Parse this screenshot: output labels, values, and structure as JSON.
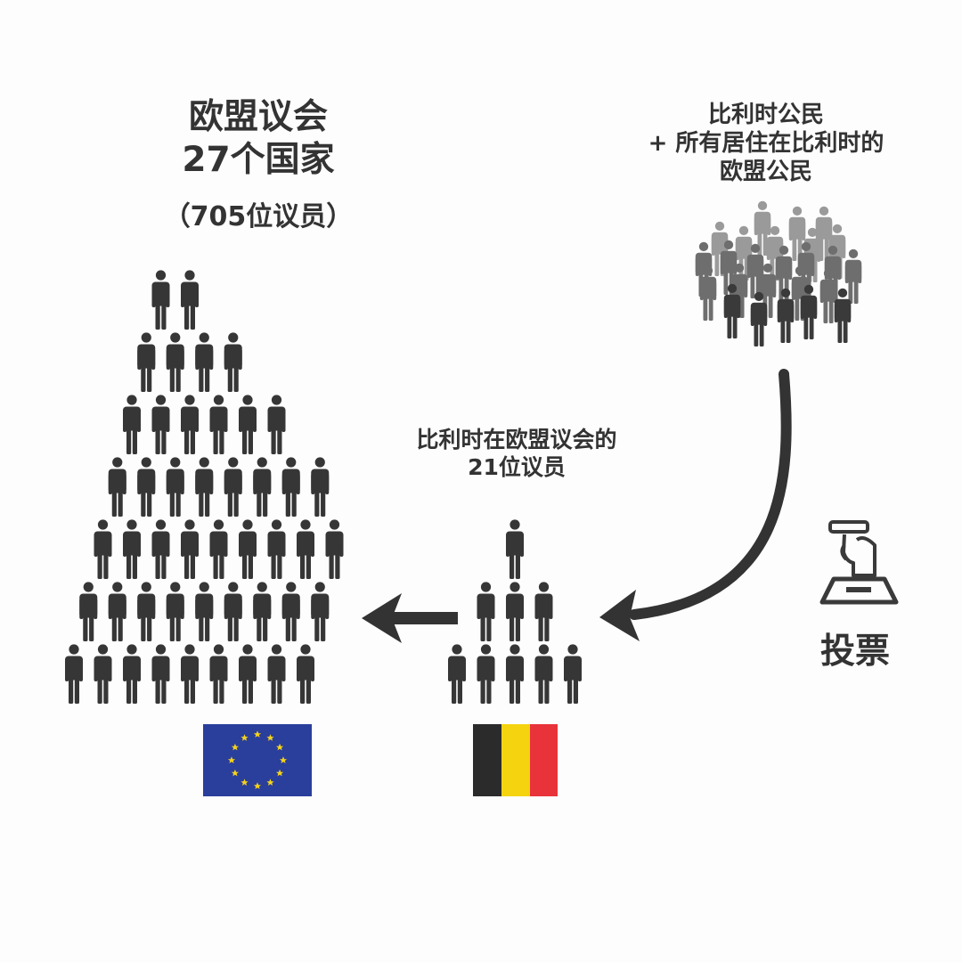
{
  "eu_parliament": {
    "title_line1": "欧盟议会",
    "title_line2": "27个国家",
    "members": "（705位议员）",
    "pyramid_rows": [
      2,
      4,
      6,
      8,
      9,
      9,
      9
    ],
    "flag": {
      "background": "#2a3e9c",
      "stars": 12,
      "star_color": "#f4d31c"
    }
  },
  "citizens": {
    "line1": "比利时公民",
    "line2": "+ 所有居住在比利时的",
    "line3": "欧盟公民"
  },
  "belgium_meps": {
    "line1": "比利时在欧盟议会的",
    "line2": "21位议员",
    "pyramid_rows": [
      1,
      3,
      5
    ],
    "flag": {
      "colors": [
        "#2b2b2b",
        "#f5d40f",
        "#e8333a"
      ]
    }
  },
  "vote": {
    "label": "投票",
    "icon": "ballot-box-icon"
  },
  "colors": {
    "figure": "#363636",
    "crowd_light": "#9a9a9a",
    "crowd_mid": "#6e6e6e",
    "crowd_dark": "#3a3a3a",
    "arrow": "#333333"
  }
}
